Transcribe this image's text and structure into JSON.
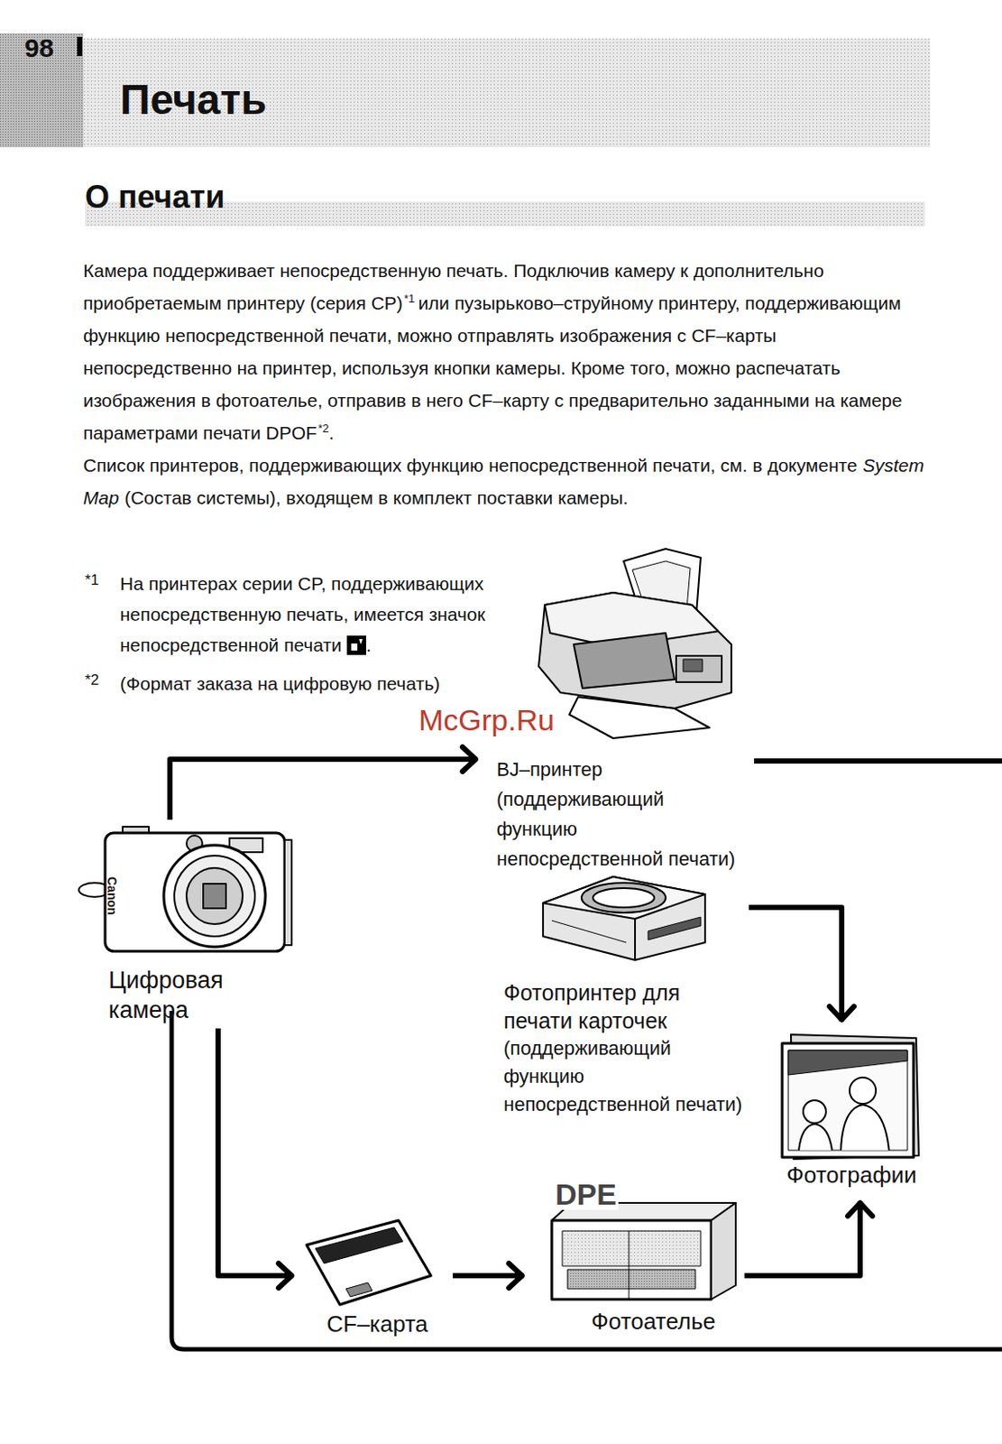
{
  "diagram": {
    "title": "Печать",
    "nodes": [
      {
        "text": [
          "BJ–принтер (поддерживающий функцию непосредственной печати)"
        ]
      },
      {
        "text": [
          "Цифровая камера"
        ]
      },
      {
        "text": [
          "Фотопринтер для печати карточек",
          "(поддерживающий функцию непосредственной печати)"
        ]
      },
      {
        "text": [
          "Фотографии"
        ]
      },
      {
        "text": [
          "CF–карта"
        ]
      },
      {
        "text": [
          "Фотоателье"
        ]
      }
    ],
    "edges": [
      {
        "from": 1,
        "to": 0,
        "arrow": "to"
      },
      {
        "from": 2,
        "to": 3,
        "arrow": "to"
      },
      {
        "from": 1,
        "to": 4,
        "arrow": "to"
      },
      {
        "from": 4,
        "to": 5,
        "arrow": "to"
      },
      {
        "from": 5,
        "to": 3,
        "arrow": "to"
      }
    ],
    "labels": [
      "98",
      "О печати",
      "Камера поддерживает непосредственную печать. Подключив камеру к дополнительно приобретаемым принтеру (серия CP)",
      "*1",
      "или пузырьково–струйному принтеру, поддерживающим функцию непосредственной печати, можно отправлять изображения с CF–карты непосредственно на принтер, используя кнопки камеры. Кроме того, можно распечатать изображения в фотоателье, отправив в него CF–карту с предварительно заданными на камере параметрами печати DPOF",
      "*2",
      ".",
      "Список принтеров, поддерживающих функцию непосредственной печати, см. в документе",
      "System Map",
      "(Состав системы), входящем в комплект поставки камеры.",
      "*1",
      "На принтерах серии CP, поддерживающих непосредственную печать, имеется значок непосредственной печати",
      ".",
      "*2",
      "(Формат заказа на цифровую печать)",
      "McGrp.Ru",
      "DPE",
      "Canon"
    ]
  }
}
